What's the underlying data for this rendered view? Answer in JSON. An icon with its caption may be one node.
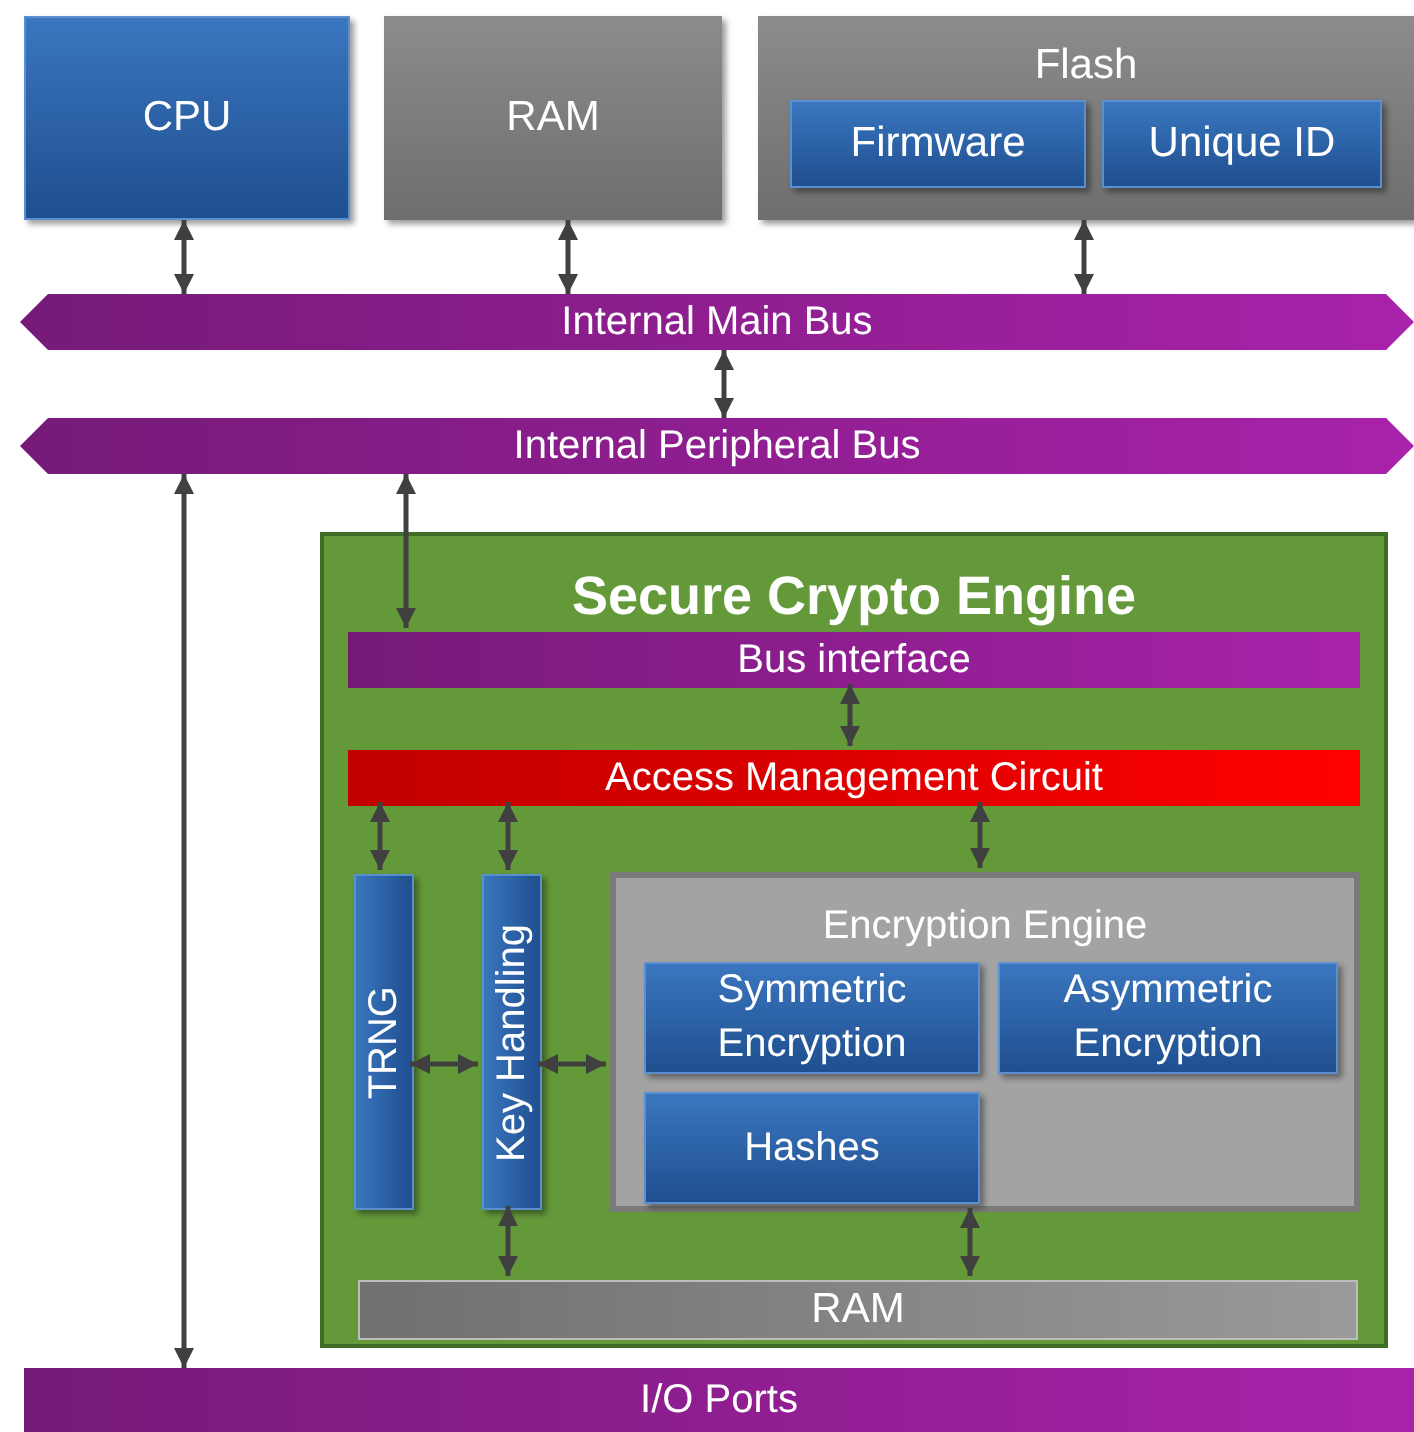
{
  "diagram": {
    "nodes": [
      {
        "text": [
          "CPU"
        ]
      },
      {
        "text": [
          "RAM"
        ]
      },
      {
        "text": [
          "Flash"
        ]
      },
      {
        "text": [
          "Firmware"
        ],
        "in": 2
      },
      {
        "text": [
          "Unique ID"
        ],
        "in": 2
      },
      {
        "text": [
          "Internal Main Bus"
        ]
      },
      {
        "text": [
          "Internal Peripheral Bus"
        ]
      },
      {
        "text": [
          "Secure Crypto Engine"
        ]
      },
      {
        "text": [
          "Bus interface"
        ],
        "in": 7
      },
      {
        "text": [
          "Access Management Circuit"
        ],
        "in": 7
      },
      {
        "text": [
          "TRNG"
        ],
        "in": 7
      },
      {
        "text": [
          "Key Handling"
        ],
        "in": 7
      },
      {
        "text": [
          "Encryption Engine"
        ],
        "in": 7
      },
      {
        "text": [
          "Symmetric Encryption"
        ],
        "in": 12
      },
      {
        "text": [
          "Asymmetric Encryption"
        ],
        "in": 12
      },
      {
        "text": [
          "Hashes"
        ],
        "in": 12
      },
      {
        "text": [
          "RAM"
        ],
        "in": 7
      },
      {
        "text": [
          "I/O Ports"
        ]
      }
    ],
    "edges": [
      {
        "from": 0,
        "to": 5,
        "arrow": "both"
      },
      {
        "from": 1,
        "to": 5,
        "arrow": "both"
      },
      {
        "from": 2,
        "to": 5,
        "arrow": "both"
      },
      {
        "from": 5,
        "to": 6,
        "arrow": "both"
      },
      {
        "from": 6,
        "to": 17,
        "arrow": "both"
      },
      {
        "from": 6,
        "to": 8,
        "arrow": "both"
      },
      {
        "from": 8,
        "to": 9,
        "arrow": "both"
      },
      {
        "from": 9,
        "to": 10,
        "arrow": "both"
      },
      {
        "from": 9,
        "to": 11,
        "arrow": "both"
      },
      {
        "from": 9,
        "to": 12,
        "arrow": "both"
      },
      {
        "from": 10,
        "to": 11,
        "arrow": "both"
      },
      {
        "from": 11,
        "to": 12,
        "arrow": "both"
      },
      {
        "from": 11,
        "to": 16,
        "arrow": "both"
      },
      {
        "from": 12,
        "to": 16,
        "arrow": "both"
      }
    ]
  }
}
